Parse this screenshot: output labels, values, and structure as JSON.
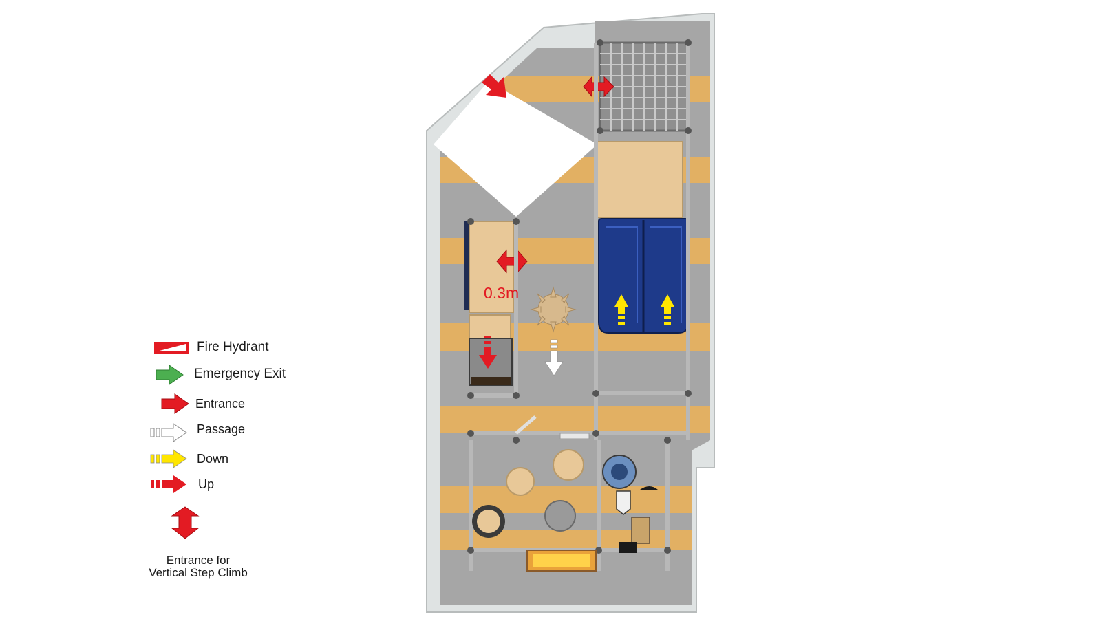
{
  "legend": {
    "items": [
      {
        "icon": "fire-hydrant-icon",
        "label": "Fire Hydrant"
      },
      {
        "icon": "emergency-exit-arrow-icon",
        "label": "Emergency Exit"
      },
      {
        "icon": "entrance-arrow-icon",
        "label": "Entrance"
      },
      {
        "icon": "passage-arrow-icon",
        "label": "Passage"
      },
      {
        "icon": "down-arrow-icon",
        "label": "Down"
      },
      {
        "icon": "up-arrow-icon",
        "label": "Up"
      }
    ],
    "vertical_step_climb": {
      "icon": "double-arrow-icon",
      "label_line1": "Entrance for",
      "label_line2": "Vertical Step Climb"
    }
  },
  "plan": {
    "dimension_label": "0.3m"
  },
  "colors": {
    "entrance_red": "#e31b23",
    "exit_green": "#4caf50",
    "down_yellow": "#ffe600",
    "passage_white": "#ffffff",
    "floor_orange": "#e2b063",
    "floor_gray": "#a6a6a6",
    "slide_blue": "#1e3a8a"
  }
}
